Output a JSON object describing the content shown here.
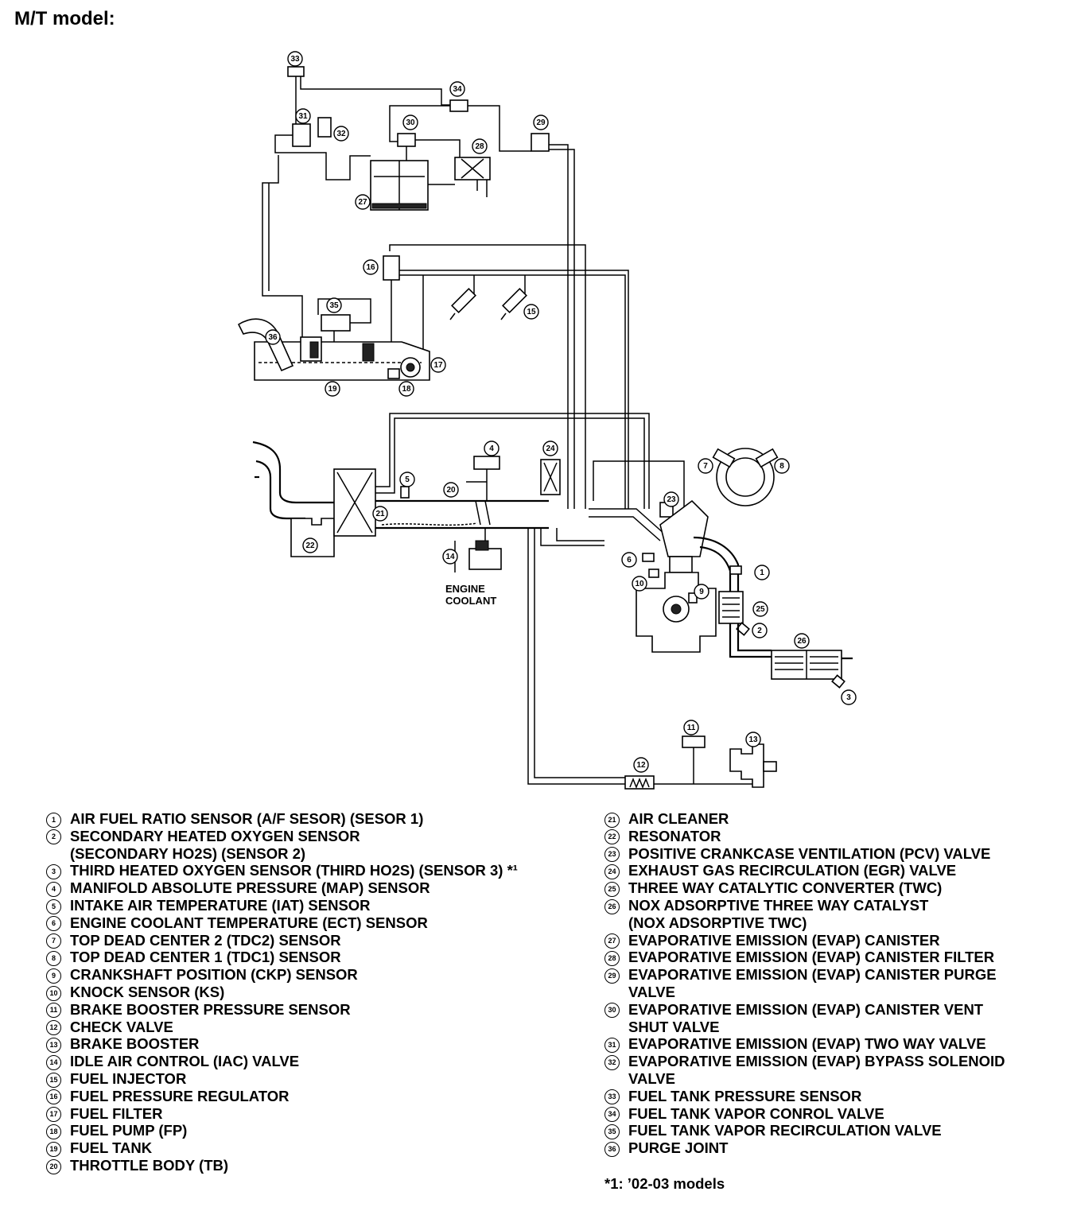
{
  "title": "M/T model:",
  "diagram": {
    "engine_coolant_label": "ENGINE\nCOOLANT",
    "callouts": [
      "1",
      "2",
      "3",
      "4",
      "5",
      "6",
      "7",
      "8",
      "9",
      "10",
      "11",
      "12",
      "13",
      "14",
      "15",
      "16",
      "17",
      "18",
      "19",
      "20",
      "21",
      "22",
      "23",
      "24",
      "25",
      "26",
      "27",
      "28",
      "29",
      "30",
      "31",
      "32",
      "33",
      "34",
      "35",
      "36"
    ]
  },
  "legend_left": [
    {
      "num": "1",
      "text": "AIR FUEL RATIO SENSOR (A/F SESOR) (SESOR 1)"
    },
    {
      "num": "2",
      "text": "SECONDARY HEATED OXYGEN SENSOR\n(SECONDARY HO2S) (SENSOR 2)"
    },
    {
      "num": "3",
      "text": "THIRD HEATED OXYGEN SENSOR (THIRD HO2S) (SENSOR 3) *¹"
    },
    {
      "num": "4",
      "text": "MANIFOLD ABSOLUTE PRESSURE (MAP) SENSOR"
    },
    {
      "num": "5",
      "text": "INTAKE AIR TEMPERATURE (IAT) SENSOR"
    },
    {
      "num": "6",
      "text": "ENGINE COOLANT TEMPERATURE (ECT) SENSOR"
    },
    {
      "num": "7",
      "text": "TOP DEAD CENTER 2 (TDC2) SENSOR"
    },
    {
      "num": "8",
      "text": "TOP DEAD CENTER 1 (TDC1) SENSOR"
    },
    {
      "num": "9",
      "text": "CRANKSHAFT POSITION (CKP) SENSOR"
    },
    {
      "num": "10",
      "text": "KNOCK SENSOR (KS)"
    },
    {
      "num": "11",
      "text": "BRAKE BOOSTER PRESSURE SENSOR"
    },
    {
      "num": "12",
      "text": "CHECK VALVE"
    },
    {
      "num": "13",
      "text": "BRAKE BOOSTER"
    },
    {
      "num": "14",
      "text": "IDLE AIR CONTROL (IAC) VALVE"
    },
    {
      "num": "15",
      "text": "FUEL INJECTOR"
    },
    {
      "num": "16",
      "text": "FUEL PRESSURE REGULATOR"
    },
    {
      "num": "17",
      "text": "FUEL FILTER"
    },
    {
      "num": "18",
      "text": "FUEL PUMP (FP)"
    },
    {
      "num": "19",
      "text": "FUEL TANK"
    },
    {
      "num": "20",
      "text": "THROTTLE BODY (TB)"
    }
  ],
  "legend_right": [
    {
      "num": "21",
      "text": "AIR CLEANER"
    },
    {
      "num": "22",
      "text": "RESONATOR"
    },
    {
      "num": "23",
      "text": "POSITIVE CRANKCASE VENTILATION (PCV) VALVE"
    },
    {
      "num": "24",
      "text": "EXHAUST GAS RECIRCULATION (EGR) VALVE"
    },
    {
      "num": "25",
      "text": "THREE WAY CATALYTIC CONVERTER (TWC)"
    },
    {
      "num": "26",
      "text": "NOX ADSORPTIVE THREE WAY CATALYST\n(NOX ADSORPTIVE TWC)"
    },
    {
      "num": "27",
      "text": "EVAPORATIVE EMISSION (EVAP) CANISTER"
    },
    {
      "num": "28",
      "text": "EVAPORATIVE EMISSION (EVAP) CANISTER FILTER"
    },
    {
      "num": "29",
      "text": "EVAPORATIVE EMISSION (EVAP) CANISTER PURGE\nVALVE"
    },
    {
      "num": "30",
      "text": "EVAPORATIVE EMISSION (EVAP) CANISTER VENT\nSHUT VALVE"
    },
    {
      "num": "31",
      "text": "EVAPORATIVE EMISSION (EVAP) TWO WAY VALVE"
    },
    {
      "num": "32",
      "text": "EVAPORATIVE EMISSION (EVAP) BYPASS SOLENOID\nVALVE"
    },
    {
      "num": "33",
      "text": "FUEL TANK PRESSURE SENSOR"
    },
    {
      "num": "34",
      "text": "FUEL TANK VAPOR CONROL VALVE"
    },
    {
      "num": "35",
      "text": "FUEL TANK VAPOR RECIRCULATION VALVE"
    },
    {
      "num": "36",
      "text": "PURGE JOINT"
    }
  ],
  "footnote": "*1: ’02-03 models"
}
